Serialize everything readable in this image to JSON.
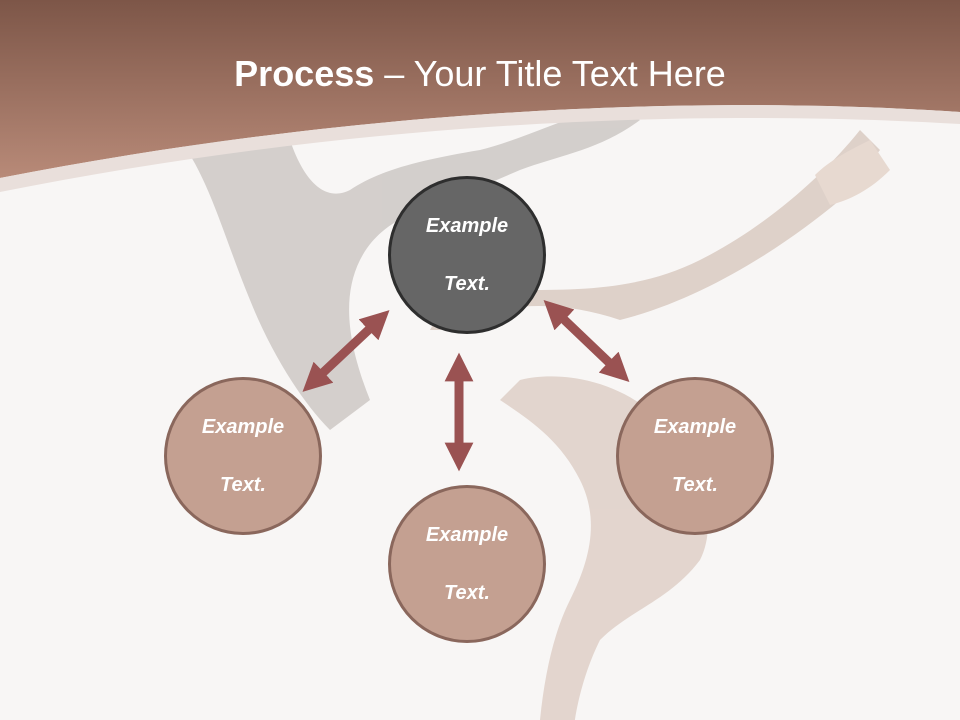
{
  "slide": {
    "title_bold": "Process",
    "title_rest": " – Your Title Text Here"
  },
  "diagram": {
    "center": {
      "line1": "Example",
      "line2": "Text."
    },
    "left": {
      "line1": "Example",
      "line2": "Text."
    },
    "bottom": {
      "line1": "Example",
      "line2": "Text."
    },
    "right": {
      "line1": "Example",
      "line2": "Text."
    }
  },
  "colors": {
    "header": "#a57666",
    "center_fill": "#666666",
    "node_fill": "#c4a091",
    "arrow": "#9a5252"
  }
}
